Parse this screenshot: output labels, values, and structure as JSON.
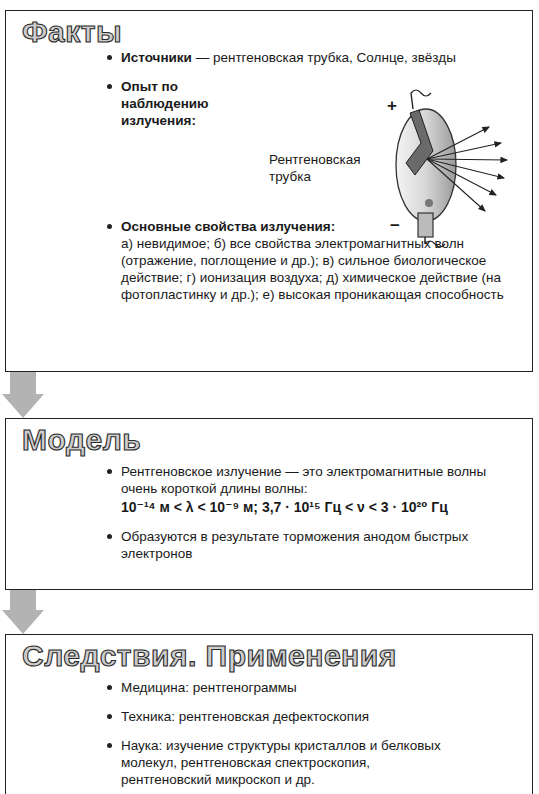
{
  "diagram": {
    "nodes": [
      {
        "text": [
          "Факты",
          "Источники",
          "— рентгеновская трубка, Солнце, звёзды",
          "Опыт по наблюдению излучения:",
          "Основные свойства излучения:",
          "а) невидимое; б) все свойства электромагнитных волн (отражение, поглощение и др.); в) сильное биологическое действие; г) ионизация воздуха; д) химическое действие (на фотопластинку и др.); е) высокая проникающая способность"
        ]
      },
      {
        "text": [
          "Модель",
          "Рентгеновское излучение — это электромагнитные волны очень короткой длины волны:",
          "10⁻¹⁴ м < λ < 10⁻⁹ м;  3,7 · 10¹⁵ Гц < ν < 3 · 10²⁰ Гц",
          "Образуются в результате торможения анодом быстрых электронов"
        ]
      },
      {
        "text": [
          "Следствия. Применения",
          "Медицина: рентгенограммы",
          "Техника: рентгеновская дефектоскопия",
          "Наука: изучение структуры кристаллов и белковых молекул, рентгеновская спектроскопия, рентгеновский микроскоп и др."
        ]
      }
    ],
    "edges": [
      {
        "from": 0,
        "to": 1,
        "arrow": "to"
      },
      {
        "from": 1,
        "to": 2,
        "arrow": "to"
      }
    ],
    "labels": [
      "+",
      "Рентгеновская трубка",
      "−"
    ]
  }
}
